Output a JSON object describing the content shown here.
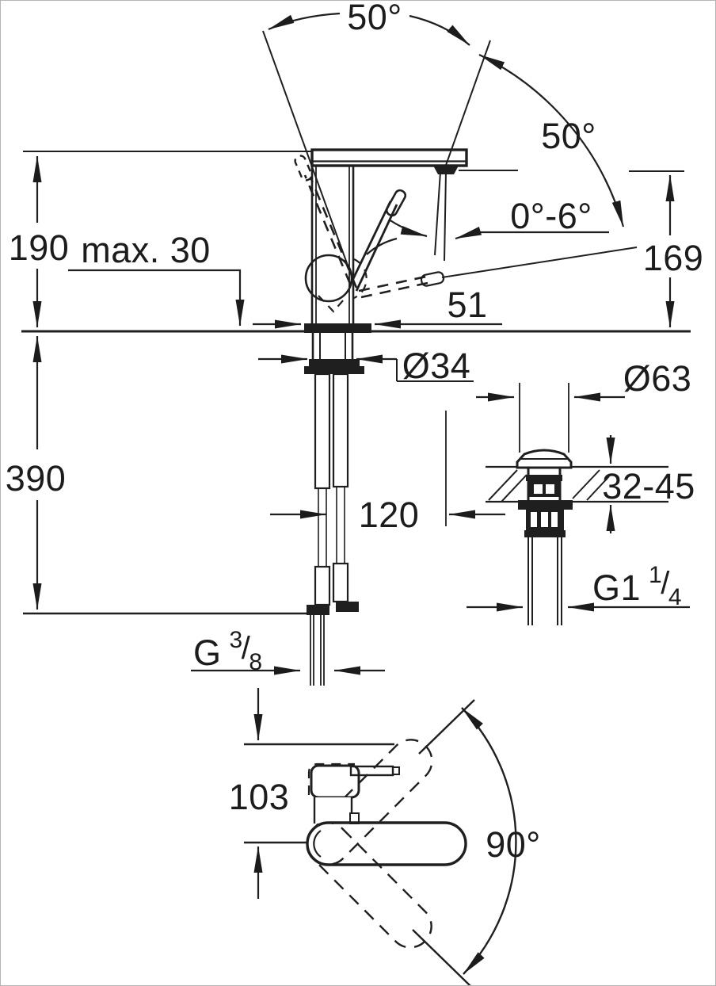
{
  "drawing": {
    "kind": "technical dimension drawing",
    "subject": "single-lever basin mixer faucet, side view, pop-up waste detail and top view",
    "units": "mm (unlabeled)",
    "labels": {
      "top_swing_angle": "50°",
      "right_swing_angle": "50°",
      "aerator_tilt_range": "0°-6°",
      "overall_height": "190",
      "max_deck_thickness": "max. 30",
      "spout_outlet_height": "169",
      "spout_reach": "51",
      "shank_diameter": "Ø34",
      "under_deck_clearance": "390",
      "hose_clearance": "120",
      "waste_flange_diameter": "Ø63",
      "deck_thickness_range": "32-45",
      "waste_thread_main": "G1",
      "waste_thread_numerator": "1",
      "waste_thread_slash": "/",
      "waste_thread_denominator": "4",
      "supply_thread_main": "G",
      "supply_thread_numerator": "3",
      "supply_thread_slash": "/",
      "supply_thread_denominator": "8",
      "base_to_spout_tip": "103",
      "handle_swivel_range": "90°"
    },
    "line_color": "#1f1f1f",
    "background_color": "#ffffff"
  }
}
